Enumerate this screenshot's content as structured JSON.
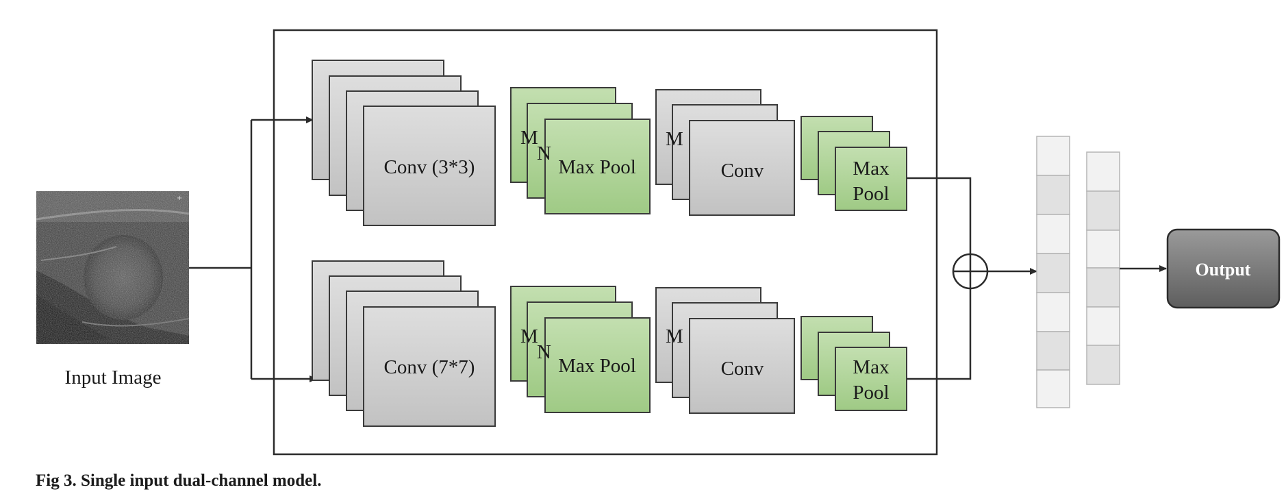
{
  "input": {
    "label": "Input Image"
  },
  "channels": [
    {
      "conv_label": "Conv (3*3)",
      "pool_label": "Max Pool",
      "conv2_label": "Conv",
      "pool2_line1": "Max",
      "pool2_line2": "Pool",
      "peek_m": "M",
      "peek_n": "N"
    },
    {
      "conv_label": "Conv (7*7)",
      "pool_label": "Max Pool",
      "conv2_label": "Conv",
      "pool2_line1": "Max",
      "pool2_line2": "Pool",
      "peek_m": "M",
      "peek_n": "N"
    }
  ],
  "output": {
    "label": "Output"
  },
  "caption": {
    "text": "Fig 3.  Single input dual-channel model."
  },
  "colors": {
    "conv_fill": "#c8c8c8",
    "pool_fill": "#a8cf8e",
    "output_fill": "#7a7a7a",
    "line": "#2b2b2b"
  }
}
